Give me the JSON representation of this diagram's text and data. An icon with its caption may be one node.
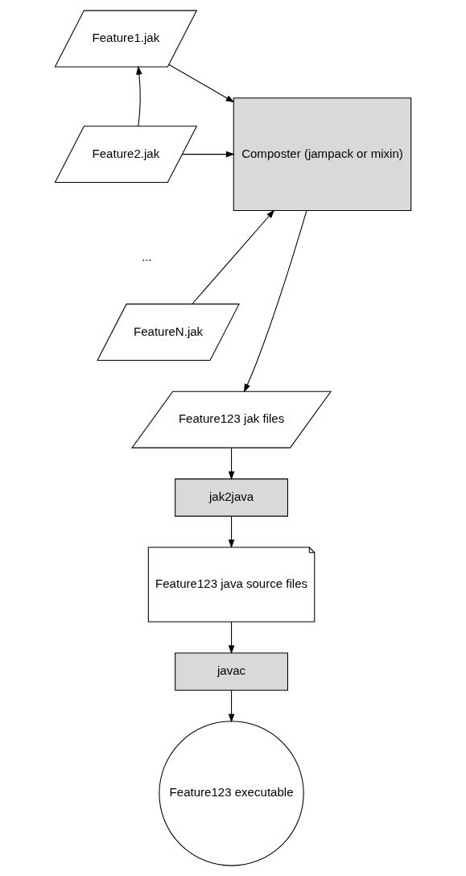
{
  "diagram": {
    "nodes": [
      {
        "text": [
          "Feature1.jak"
        ]
      },
      {
        "text": [
          "Feature2.jak"
        ]
      },
      {
        "text": [
          "FeatureN.jak"
        ]
      },
      {
        "text": [
          "Composter (jampack or mixin)"
        ]
      },
      {
        "text": [
          "Feature123 jak files"
        ]
      },
      {
        "text": [
          "jak2java"
        ]
      },
      {
        "text": [
          "Feature123 java source files"
        ]
      },
      {
        "text": [
          "javac"
        ]
      },
      {
        "text": [
          "Feature123 executable"
        ]
      }
    ],
    "edges": [
      {
        "from": 1,
        "to": 0,
        "arrow": "to"
      },
      {
        "from": 0,
        "to": 3,
        "arrow": "to"
      },
      {
        "from": 1,
        "to": 3,
        "arrow": "to"
      },
      {
        "from": 2,
        "to": 3,
        "arrow": "to"
      },
      {
        "from": 3,
        "to": 4,
        "arrow": "to"
      },
      {
        "from": 4,
        "to": 5,
        "arrow": "to"
      },
      {
        "from": 5,
        "to": 6,
        "arrow": "to"
      },
      {
        "from": 6,
        "to": 7,
        "arrow": "to"
      },
      {
        "from": 7,
        "to": 8,
        "arrow": "to"
      }
    ],
    "labels": [
      "..."
    ]
  }
}
